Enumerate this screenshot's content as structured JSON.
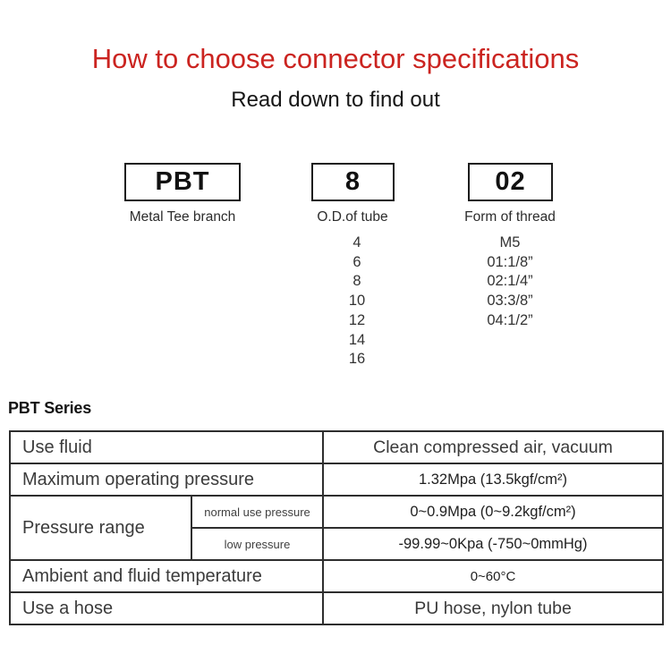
{
  "header": {
    "title": "How to choose connector specifications",
    "subtitle": "Read down to find out"
  },
  "code_builder": {
    "segments": [
      {
        "code": "PBT",
        "label": "Metal Tee branch"
      },
      {
        "code": "8",
        "label": "O.D.of tube"
      },
      {
        "code": "02",
        "label": "Form of thread"
      }
    ],
    "tube_options": [
      "4",
      "6",
      "8",
      "10",
      "12",
      "14",
      "16"
    ],
    "thread_options": [
      "M5",
      "01:1/8”",
      "02:1/4”",
      "03:3/8”",
      "04:1/2”"
    ]
  },
  "series_heading": "PBT Series",
  "spec_table": {
    "use_fluid": {
      "label": "Use fluid",
      "value": "Clean compressed air, vacuum"
    },
    "max_pressure": {
      "label": "Maximum operating pressure",
      "value": "1.32Mpa (13.5kgf/cm²)"
    },
    "pressure_range": {
      "label": "Pressure range",
      "normal": {
        "label": "normal use pressure",
        "value": "0~0.9Mpa (0~9.2kgf/cm²)"
      },
      "low": {
        "label": "low pressure",
        "value": "-99.99~0Kpa (-750~0mmHg)"
      }
    },
    "temperature": {
      "label": "Ambient and fluid temperature",
      "value": "0~60°C"
    },
    "hose": {
      "label": "Use a hose",
      "value": "PU hose, nylon tube"
    }
  },
  "colors": {
    "title_red": "#cb2420",
    "row_shade": "#f3ecdd",
    "table_border": "#2e2e2e"
  }
}
